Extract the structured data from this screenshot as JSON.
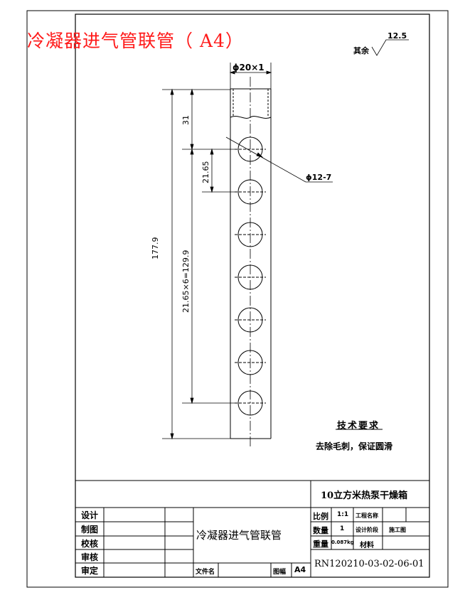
{
  "drawing": {
    "title_red": "冷凝器进气管联管（ A4）",
    "roughness": {
      "label": "其余",
      "value": "12.5"
    },
    "tube_dim": "ϕ20×1",
    "hole_dim": "ϕ12-7",
    "dims": {
      "top_offset": "31",
      "pitch": "21.65",
      "pitch_total": "21.65×6=129.9",
      "overall": "177.9"
    },
    "tech_req": {
      "title": "技术要求",
      "text": "去除毛刺，保证圆滑"
    }
  },
  "title_block": {
    "product": "10立方米热泵干燥箱",
    "part_name": "冷凝器进气管联管",
    "rows_left": [
      "设计",
      "制图",
      "校核",
      "审核",
      "审定"
    ],
    "file_label": "文件名",
    "sheet_label": "图幅",
    "sheet_value": "A4",
    "scale_label": "比例",
    "scale_value": "1:1",
    "project_label": "工程名称",
    "qty_label": "数量",
    "qty_value": "1",
    "stage_label": "设计阶段",
    "stage_value": "施工图",
    "weight_label": "重量",
    "weight_value": "0.087kg",
    "material_label": "材料",
    "drawing_no": "RN120210-03-02-06-01"
  }
}
